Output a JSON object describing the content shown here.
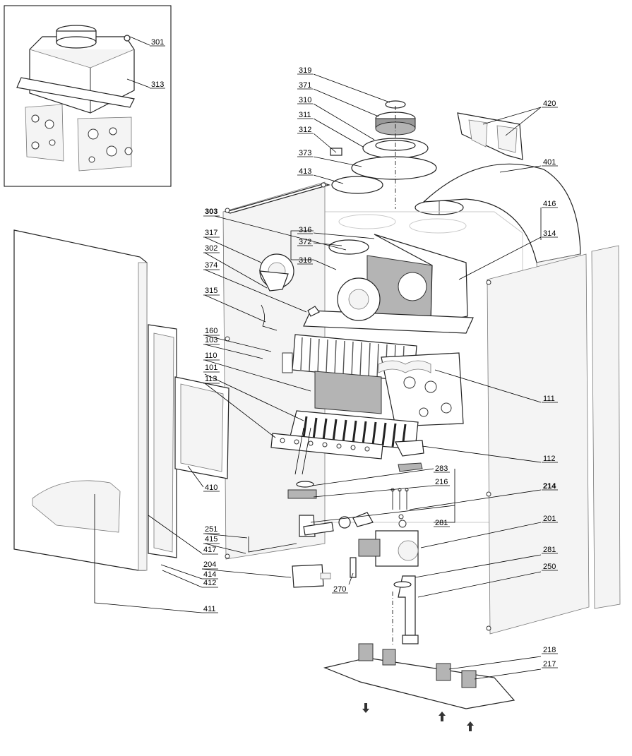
{
  "labels": {
    "l301": "301",
    "l313": "313",
    "l319": "319",
    "l371": "371",
    "l310": "310",
    "l311": "311",
    "l312": "312",
    "l373": "373",
    "l413": "413",
    "l420": "420",
    "l401": "401",
    "l416": "416",
    "l303": "303",
    "l316": "316",
    "l314": "314",
    "l317": "317",
    "l372": "372",
    "l302": "302",
    "l318": "318",
    "l374": "374",
    "l315": "315",
    "l160": "160",
    "l103": "103",
    "l110": "110",
    "l101": "101",
    "l113": "113",
    "l111": "111",
    "l112": "112",
    "l283": "283",
    "l216": "216",
    "l214": "214",
    "l410": "410",
    "l281a": "281",
    "l201": "201",
    "l251": "251",
    "l415": "415",
    "l417": "417",
    "l204": "204",
    "l414": "414",
    "l412": "412",
    "l281b": "281",
    "l250": "250",
    "l270": "270",
    "l411": "411",
    "l218": "218",
    "l217": "217"
  }
}
